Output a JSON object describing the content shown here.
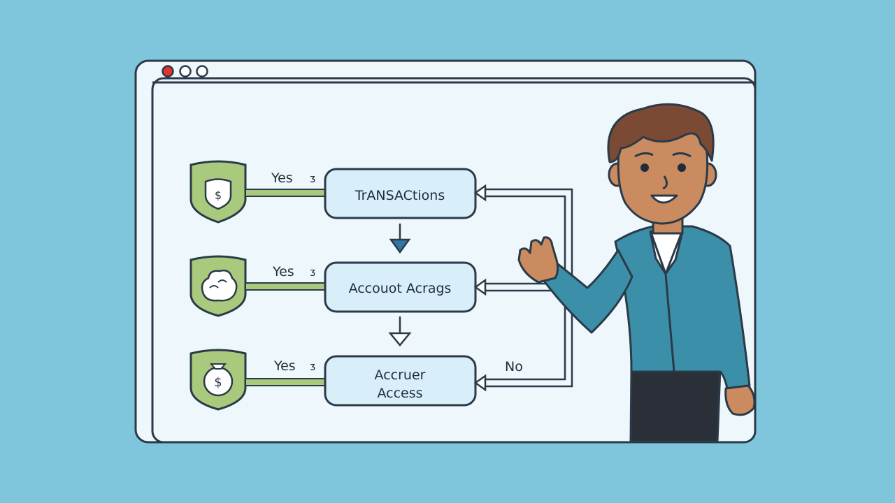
{
  "colors": {
    "background": "#7fc6dc",
    "window_fill": "#eef7fc",
    "window_stroke": "#2b3a48",
    "box_fill": "#d8eef8",
    "shield_fill": "#a9c97c",
    "connector": "#a9c97c",
    "arrow_accent": "#2e77a2",
    "dot_red": "#e2342f",
    "shirt": "#3b8fa8",
    "hair": "#7a4a35",
    "skin": "#c98b5f",
    "pants": "#2b3038"
  },
  "window": {
    "controls": [
      "close-dot",
      "minimize-dot",
      "maximize-dot"
    ]
  },
  "flow": {
    "steps": [
      {
        "yes_label": "Yes",
        "yes_mark": "ᴣ",
        "box_lines": [
          "TrANSACtions"
        ],
        "shield_icon": "dollar-shield-icon"
      },
      {
        "yes_label": "Yes",
        "yes_mark": "ᴣ",
        "box_lines": [
          "Accouot Acrags"
        ],
        "shield_icon": "money-stack-icon"
      },
      {
        "yes_label": "Yes",
        "yes_mark": "ᴣ",
        "box_lines": [
          "Accruer",
          "Access"
        ],
        "shield_icon": "money-bag-icon"
      }
    ],
    "no_label": "No"
  },
  "character": {
    "icon": "presenter-person-icon"
  }
}
